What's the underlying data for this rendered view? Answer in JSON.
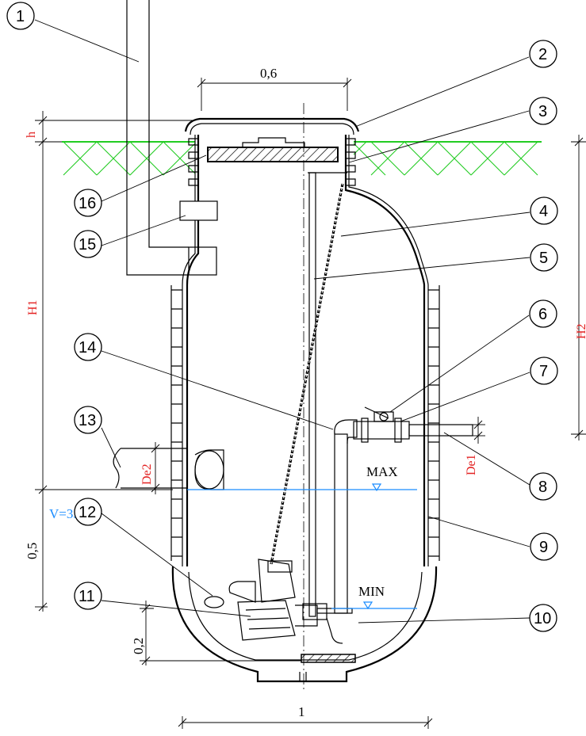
{
  "callouts": [
    "1",
    "2",
    "3",
    "4",
    "5",
    "6",
    "7",
    "8",
    "9",
    "10",
    "11",
    "12",
    "13",
    "14",
    "15",
    "16"
  ],
  "dimensions": {
    "cover_width": "0,6",
    "tank_width": "1",
    "h": "h",
    "H1": "H1",
    "H2": "H2",
    "De1": "De1",
    "De2": "De2",
    "bottom_height": "0,5",
    "pump_height": "0,2"
  },
  "levels": {
    "max": "MAX",
    "min": "MIN"
  },
  "volume": "V=350L",
  "colors": {
    "ground": "#22cc22",
    "water": "#1a8cff",
    "dimension_red": "#e32222"
  }
}
